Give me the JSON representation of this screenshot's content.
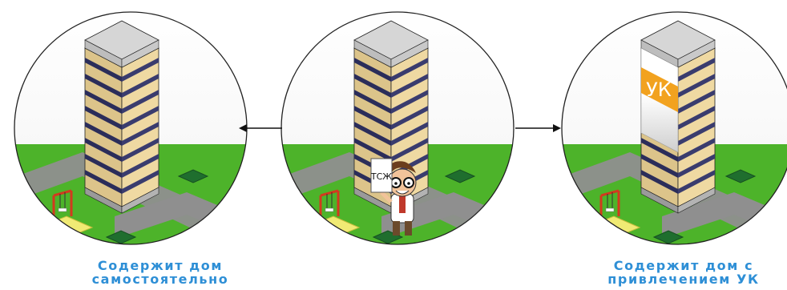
{
  "colors": {
    "grass": "#4db32a",
    "road": "#8f8f8f",
    "sandbox": "#f0ea74",
    "building_front": "#efd9a2",
    "building_side": "#dcc48a",
    "window_band": "#2b2d5a",
    "roof": "#d6d6d6",
    "caption": "#2e8fd6",
    "uk_accent": "#f2a21f",
    "outline": "#222222"
  },
  "panels": {
    "left": {
      "caption_line1": "Содержит дом",
      "caption_line2": "самостоятельно",
      "icon": "building-with-playground"
    },
    "center": {
      "sign_text": "ТСЖ",
      "icon": "building-with-character-holding-sign"
    },
    "right": {
      "caption_line1": "Содержит дом с",
      "caption_line2": "привлечением УК",
      "banner_text": "УК",
      "icon": "building-with-uk-banner"
    }
  }
}
